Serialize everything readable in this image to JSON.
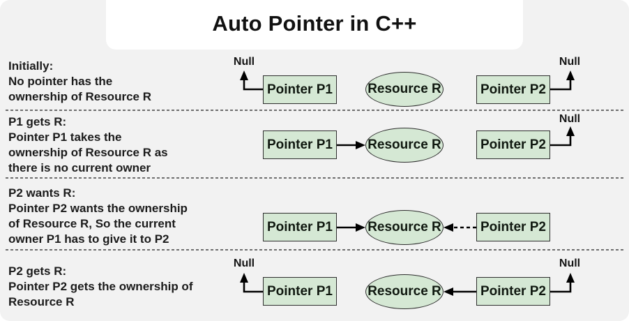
{
  "title": "Auto Pointer in C++",
  "shape_labels": {
    "p1": "Pointer P1",
    "p2": "Pointer P2",
    "resource": "Resource R",
    "null": "Null"
  },
  "rows": [
    {
      "id": "initially",
      "caption": "Initially:\nNo pointer has the\nownership of Resource R"
    },
    {
      "id": "p1-gets-r",
      "caption": "P1 gets R:\nPointer P1 takes the\nownership of Resource R as\nthere is no current owner"
    },
    {
      "id": "p2-wants-r",
      "caption": "P2 wants R:\nPointer P2 wants the ownership\nof Resource R, So the current\nowner P1 has to give it to P2"
    },
    {
      "id": "p2-gets-r",
      "caption": "P2 gets R:\nPointer P2 gets the ownership of\nResource R"
    }
  ],
  "colors": {
    "background": "#f2f2f2",
    "panel": "#ffffff",
    "shape_fill": "#d5e8d4",
    "shape_border": "#2d2d2d",
    "text": "#1b1b1b",
    "arrow": "#000000",
    "separator": "#6e6e6e"
  }
}
